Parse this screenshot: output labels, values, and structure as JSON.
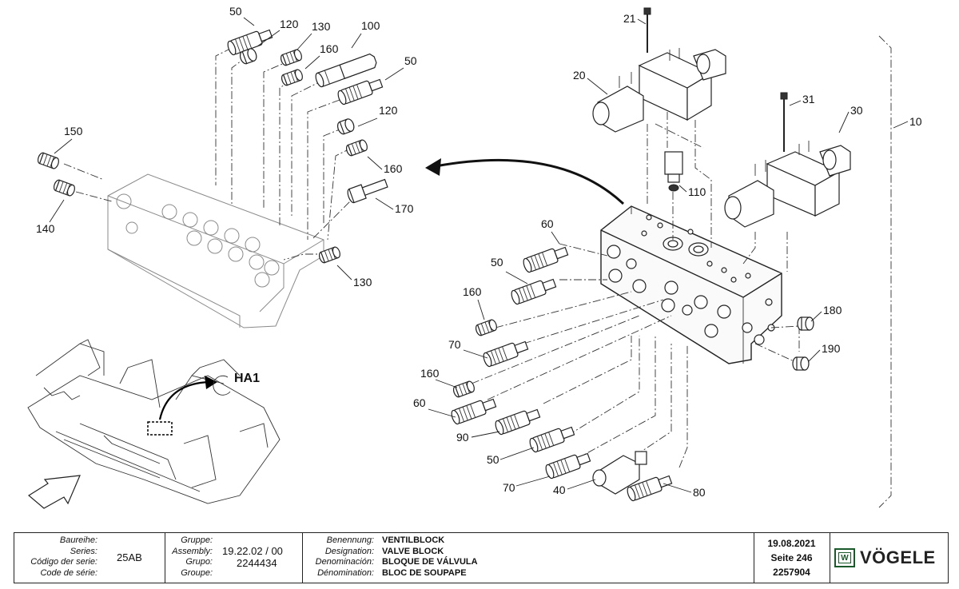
{
  "callouts": {
    "c50a": "50",
    "c120a": "120",
    "c130a": "130",
    "c100": "100",
    "c160a": "160",
    "c50b": "50",
    "c120b": "120",
    "c150": "150",
    "c160b": "160",
    "c140": "140",
    "c170": "170",
    "c130b": "130",
    "c21": "21",
    "c20": "20",
    "c31": "31",
    "c30": "30",
    "c10": "10",
    "c110": "110",
    "c60a": "60",
    "c50c": "50",
    "c160c": "160",
    "c70a": "70",
    "c160d": "160",
    "c60b": "60",
    "c90": "90",
    "c50d": "50",
    "c70b": "70",
    "c40": "40",
    "c80": "80",
    "c180": "180",
    "c190": "190"
  },
  "view_ref": "HA1",
  "titleblock": {
    "baureihe_label": "Baureihe:",
    "series_label": "Series:",
    "codigo_label": "Código der serie:",
    "code_label": "Code de série:",
    "series_value": "25AB",
    "gruppe_label": "Gruppe:",
    "assembly_label": "Assembly:",
    "grupo_label": "Grupo:",
    "groupe_label": "Groupe:",
    "assembly_value": "19.22.02 / 00",
    "group_value": "2244434",
    "benennung_label": "Benennung:",
    "designation_label": "Designation:",
    "denominacion_label": "Denominación:",
    "denomination_label": "Dénomination:",
    "benennung_value": "VENTILBLOCK",
    "designation_value": "VALVE BLOCK",
    "denominacion_value": "BLOQUE DE VÁLVULA",
    "denomination_value": "BLOC DE SOUPAPE",
    "date": "19.08.2021",
    "page": "Seite 246",
    "doc_number": "2257904",
    "logo_mark": "W",
    "logo_text": "VÖGELE",
    "brand_color": "#1a5a2a"
  }
}
